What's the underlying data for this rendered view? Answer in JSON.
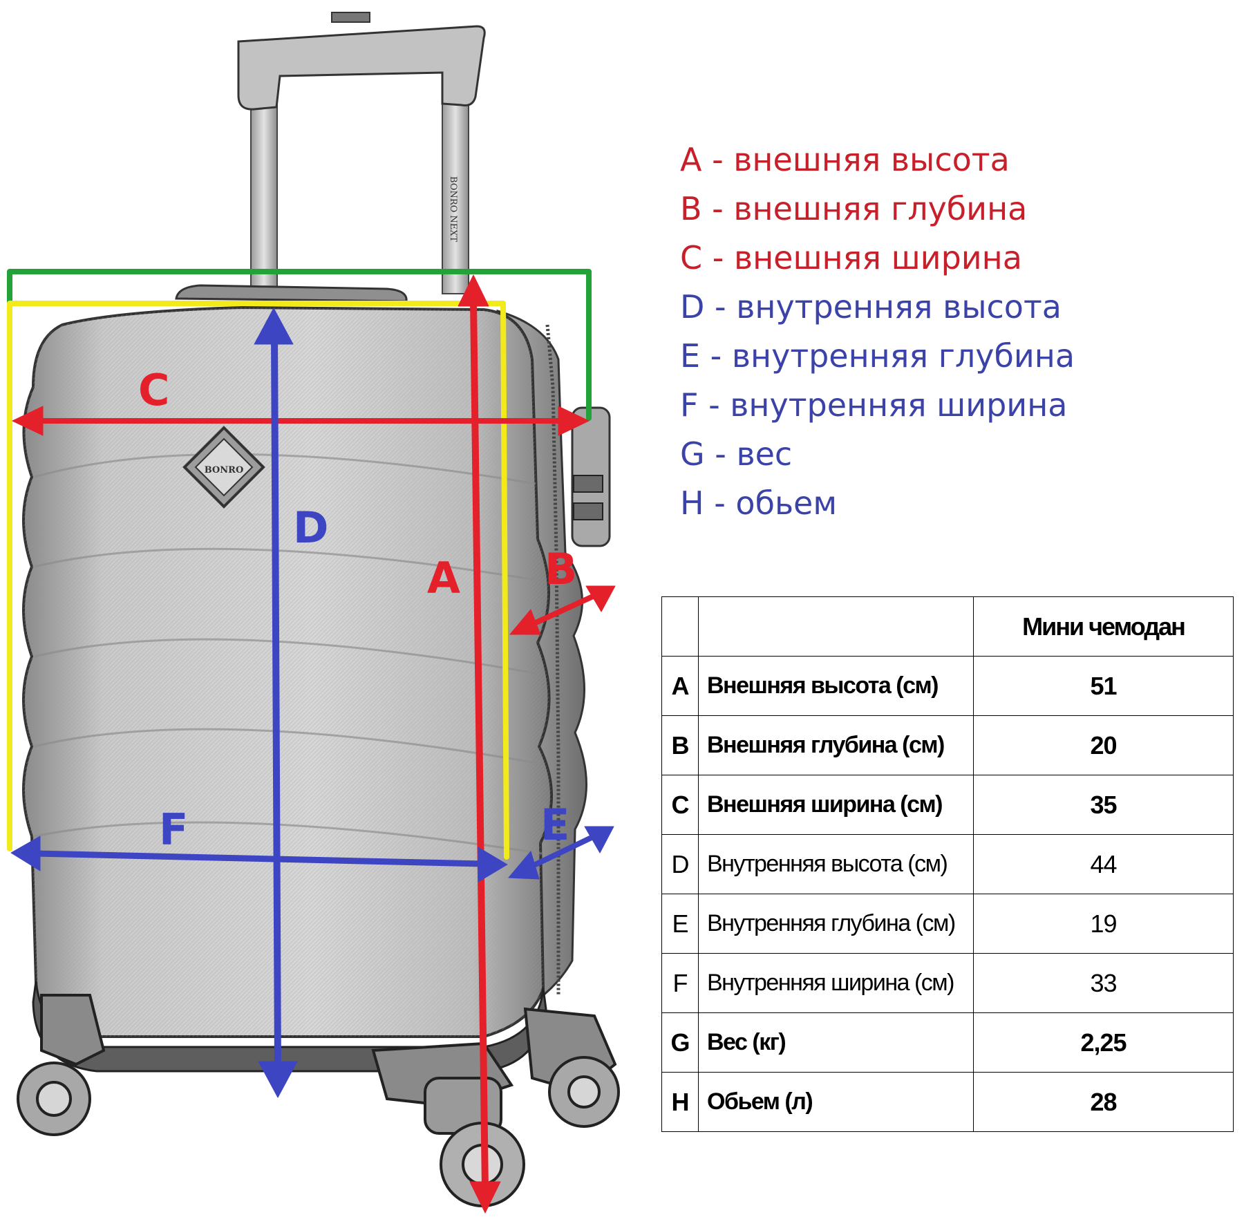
{
  "colors": {
    "outer": "#e4202a",
    "inner": "#3d45c2",
    "green": "#23a23a",
    "yellow": "#f2ea1a",
    "legend_outer": "#c8202a",
    "legend_inner": "#3b43a8"
  },
  "diagram": {
    "brand_badge": "BONRO",
    "handle_text": "BONRO NEXT",
    "letters": {
      "A": "A",
      "B": "B",
      "C": "C",
      "D": "D",
      "E": "E",
      "F": "F"
    }
  },
  "legend": [
    {
      "key": "A",
      "text": "A - внешняя высота",
      "group": "outer"
    },
    {
      "key": "B",
      "text": "B - внешняя глубина",
      "group": "outer"
    },
    {
      "key": "C",
      "text": "C - внешняя ширина",
      "group": "outer"
    },
    {
      "key": "D",
      "text": "D - внутренняя высота",
      "group": "inner"
    },
    {
      "key": "E",
      "text": "E - внутренняя глубина",
      "group": "inner"
    },
    {
      "key": "F",
      "text": "F - внутренняя ширина",
      "group": "inner"
    },
    {
      "key": "G",
      "text": "G - вес",
      "group": "inner"
    },
    {
      "key": "H",
      "text": "H - обьем",
      "group": "inner"
    }
  ],
  "table": {
    "header": {
      "key": "",
      "label": "",
      "value": "Мини чемодан"
    },
    "rows": [
      {
        "key": "A",
        "label": "Внешняя высота (см)",
        "value": "51",
        "bold": true
      },
      {
        "key": "B",
        "label": "Внешняя глубина (см)",
        "value": "20",
        "bold": true
      },
      {
        "key": "C",
        "label": "Внешняя ширина (см)",
        "value": "35",
        "bold": true
      },
      {
        "key": "D",
        "label": "Внутренняя высота (см)",
        "value": "44",
        "bold": false
      },
      {
        "key": "E",
        "label": "Внутренняя глубина (см)",
        "value": "19",
        "bold": false
      },
      {
        "key": "F",
        "label": "Внутренняя ширина (см)",
        "value": "33",
        "bold": false
      },
      {
        "key": "G",
        "label": "Вес (кг)",
        "value": "2,25",
        "bold": true
      },
      {
        "key": "H",
        "label": "Обьем (л)",
        "value": "28",
        "bold": true
      }
    ]
  }
}
